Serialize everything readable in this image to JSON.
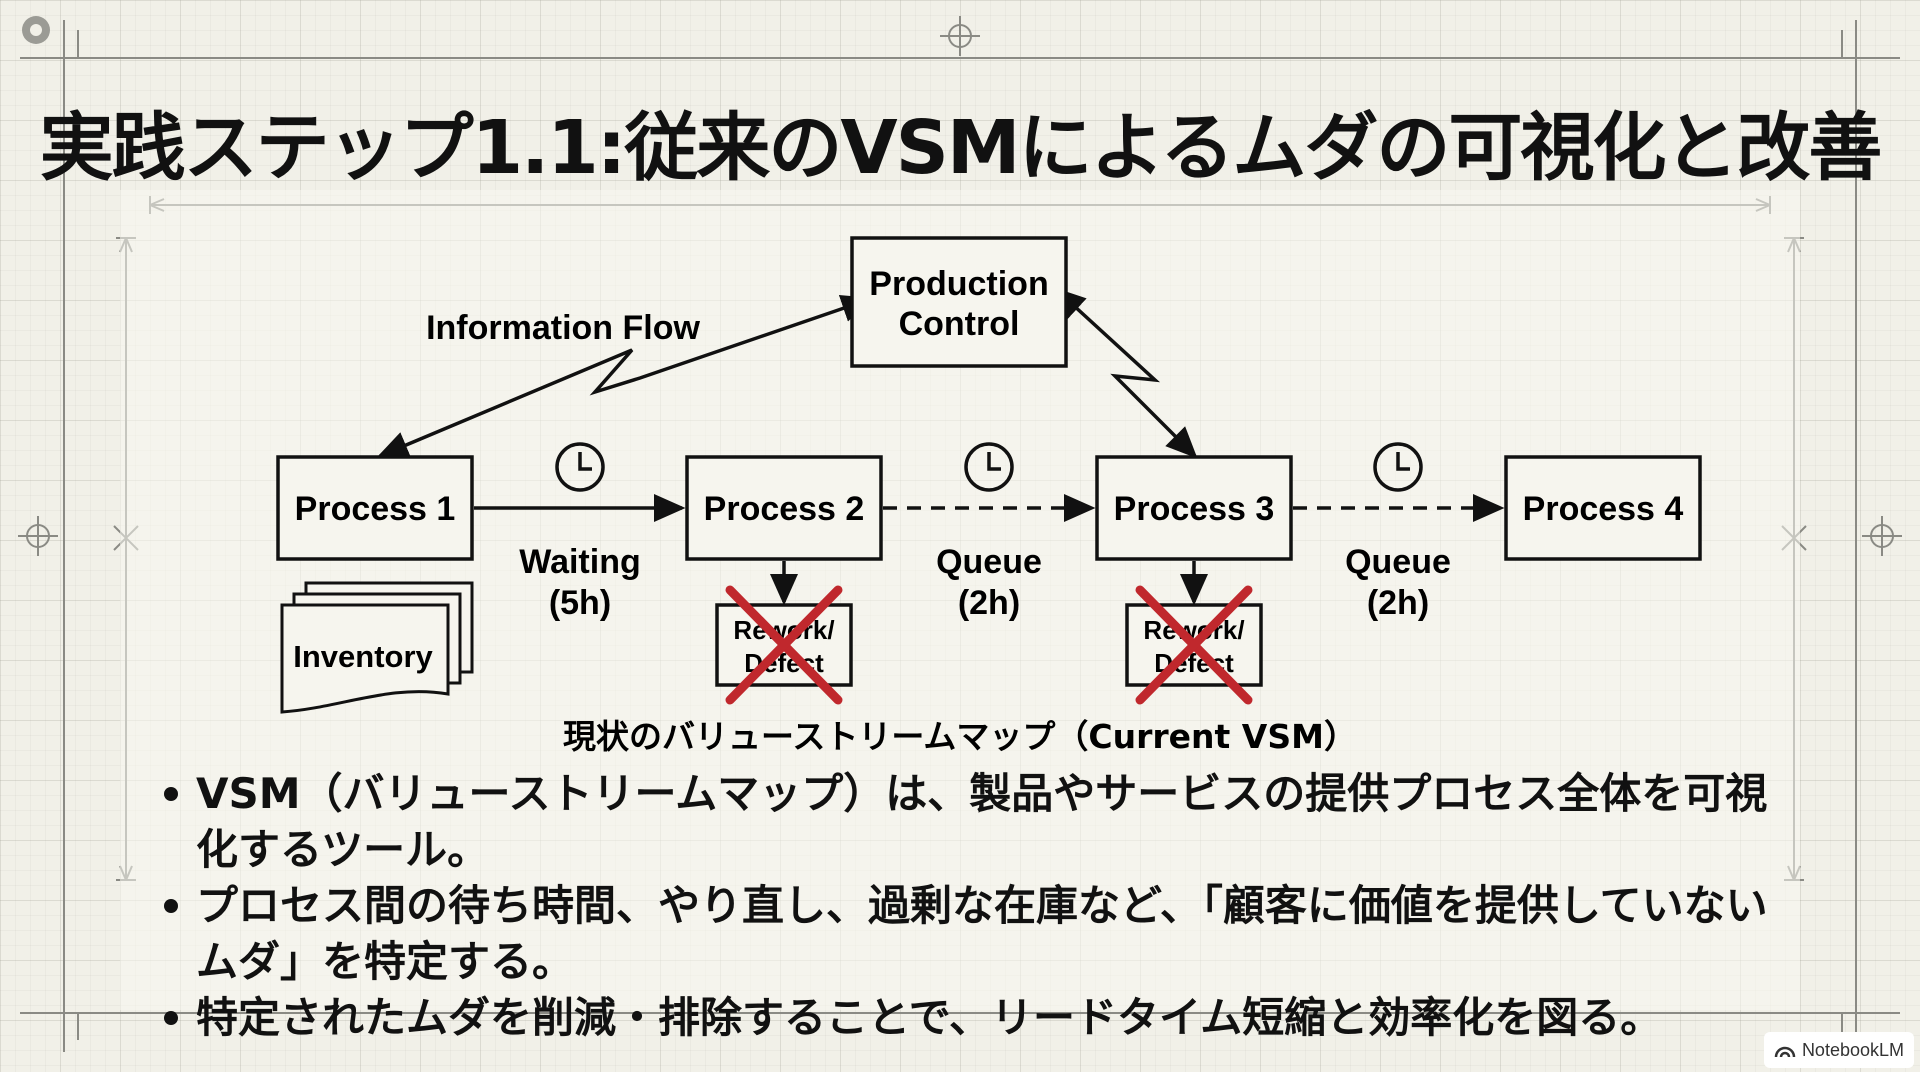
{
  "title": "実践ステップ1.1:従来のVSMによるムダの可視化と改善",
  "diagram": {
    "production_control": [
      "Production",
      "Control"
    ],
    "information_flow_label": "Information Flow",
    "processes": [
      "Process 1",
      "Process 2",
      "Process 3",
      "Process 4"
    ],
    "inventory_label": "Inventory",
    "flow_labels": [
      [
        "Waiting",
        "(5h)"
      ],
      [
        "Queue",
        "(2h)"
      ],
      [
        "Queue",
        "(2h)"
      ]
    ],
    "rework_label": [
      "Rework/",
      "Defect"
    ],
    "caption": "現状のバリューストリームマップ（Current VSM）",
    "cross_color": "#c0282d"
  },
  "bullets": [
    "VSM（バリューストリームマップ）は、製品やサービスの提供プロセス全体を可視化するツール。",
    "プロセス間の待ち時間、やり直し、過剰な在庫など、「顧客に価値を提供していないムダ」を特定する。",
    "特定されたムダを削減・排除することで、リードタイム短縮と効率化を図る。"
  ],
  "badge": {
    "label": "NotebookLM",
    "icon": "notebooklm-logo-icon"
  }
}
